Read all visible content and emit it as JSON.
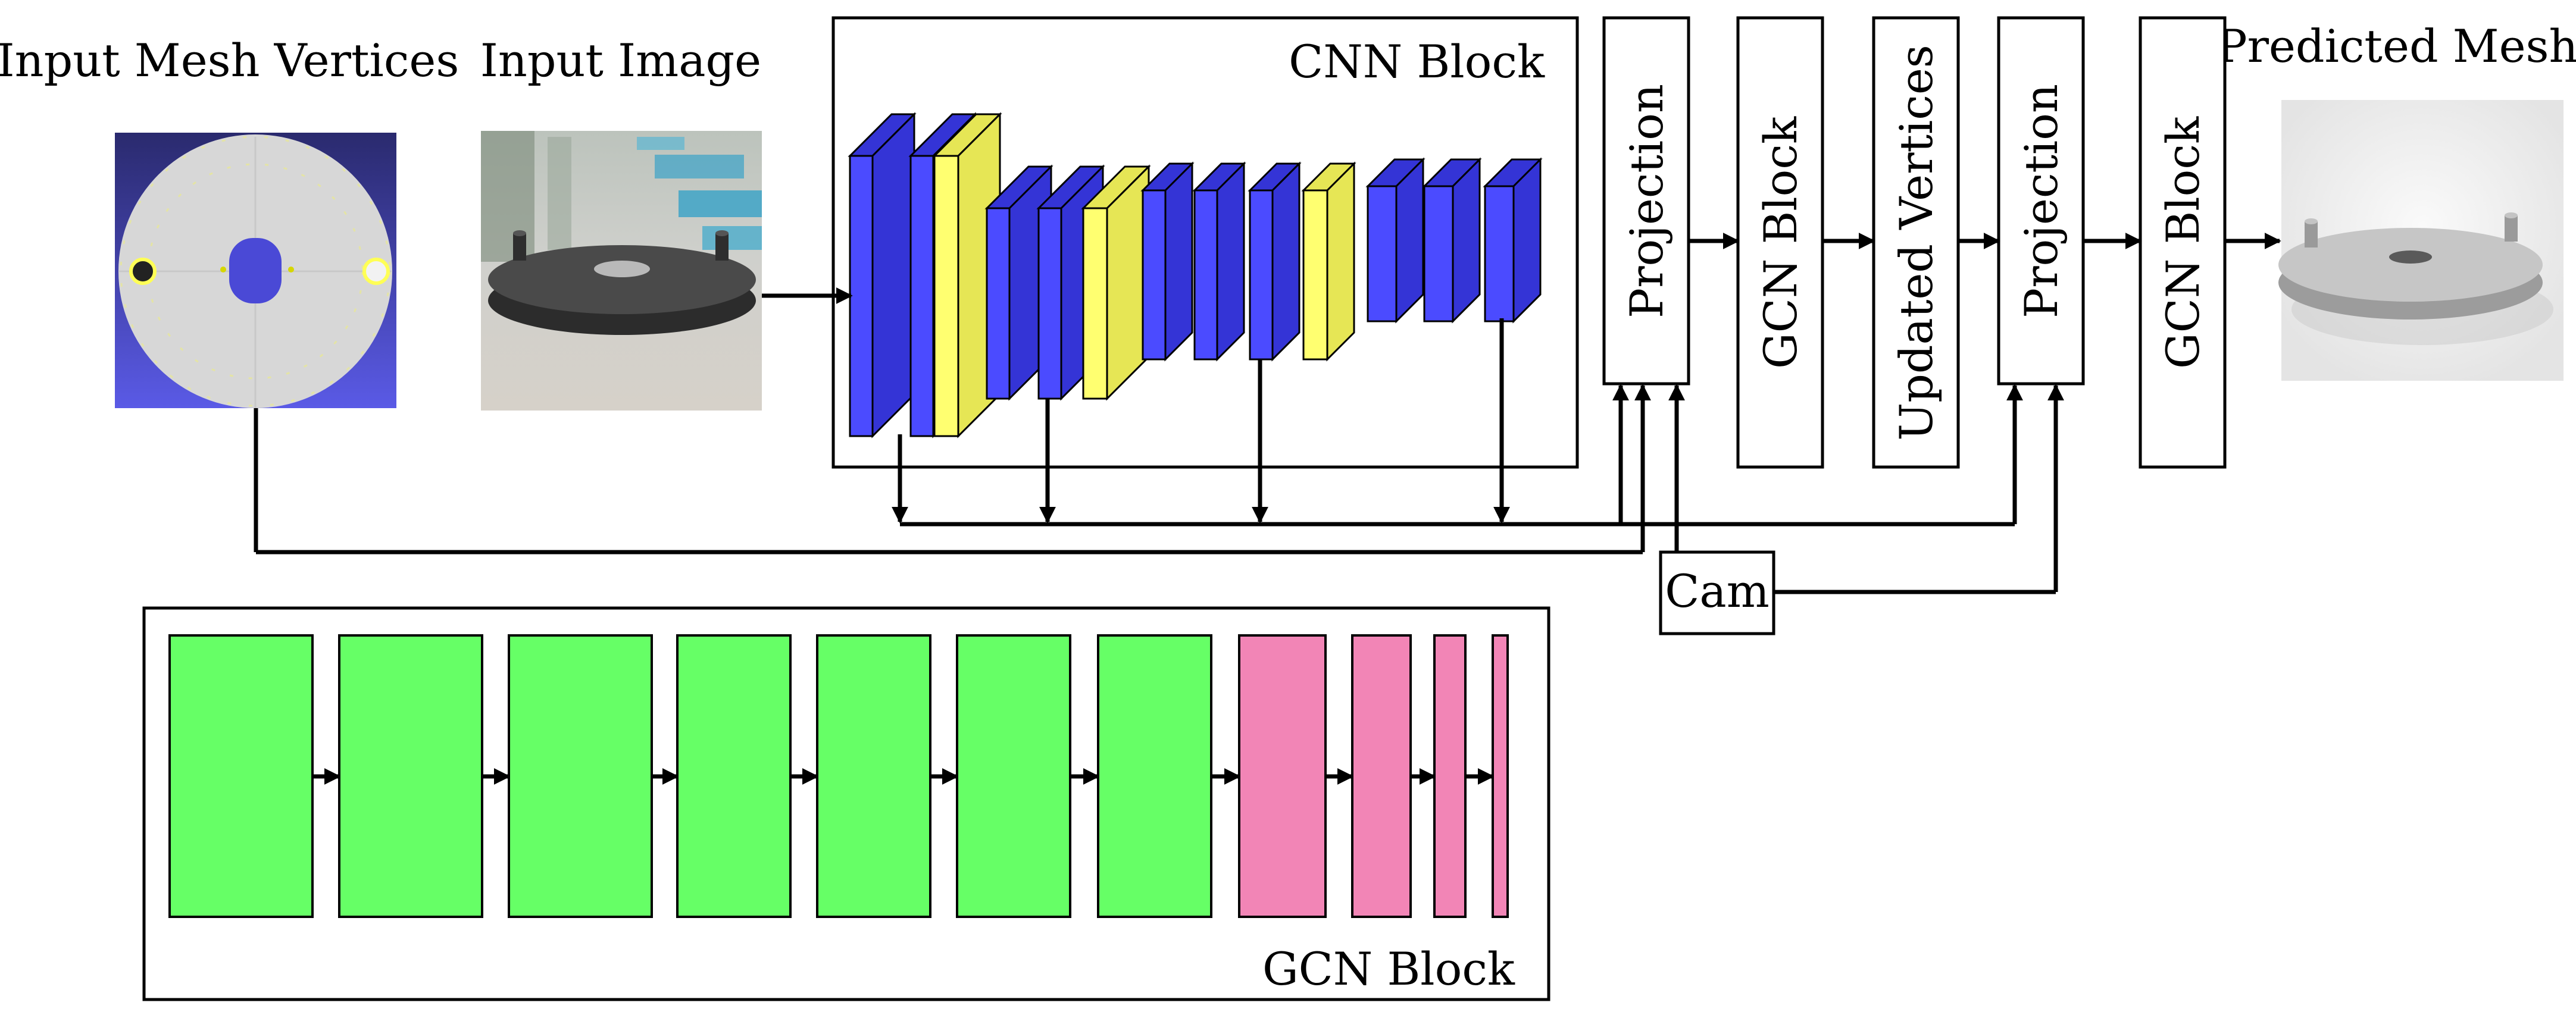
{
  "labels": {
    "input_mesh": "Input Mesh Vertices",
    "input_image": "Input Image",
    "cnn_block": "CNN Block",
    "projection": "Projection",
    "gcn_block": "GCN Block",
    "updated_vertices": "Updated Vertices",
    "predicted_mesh": "Predicted Mesh",
    "cam": "Cam",
    "gcn_block_detail": "GCN Block"
  },
  "colors": {
    "conv_blue": "#4b4bff",
    "conv_blue_side": "#3434d6",
    "conv_yellow": "#ffff70",
    "conv_yellow_side": "#e6e655",
    "gcn_green": "#66ff66",
    "gcn_pink": "#f285b6",
    "mesh_bg": "#4a49d6",
    "mesh_disc": "#d7d7d7"
  },
  "cnn_layers": [
    "blue",
    "blue",
    "yellow",
    "blue",
    "blue",
    "yellow",
    "blue",
    "blue",
    "blue",
    "yellow",
    "blue",
    "blue",
    "blue"
  ],
  "gcn_layers": [
    "green",
    "green",
    "green",
    "green",
    "green",
    "green",
    "green",
    "pink",
    "pink",
    "pink",
    "pink"
  ]
}
